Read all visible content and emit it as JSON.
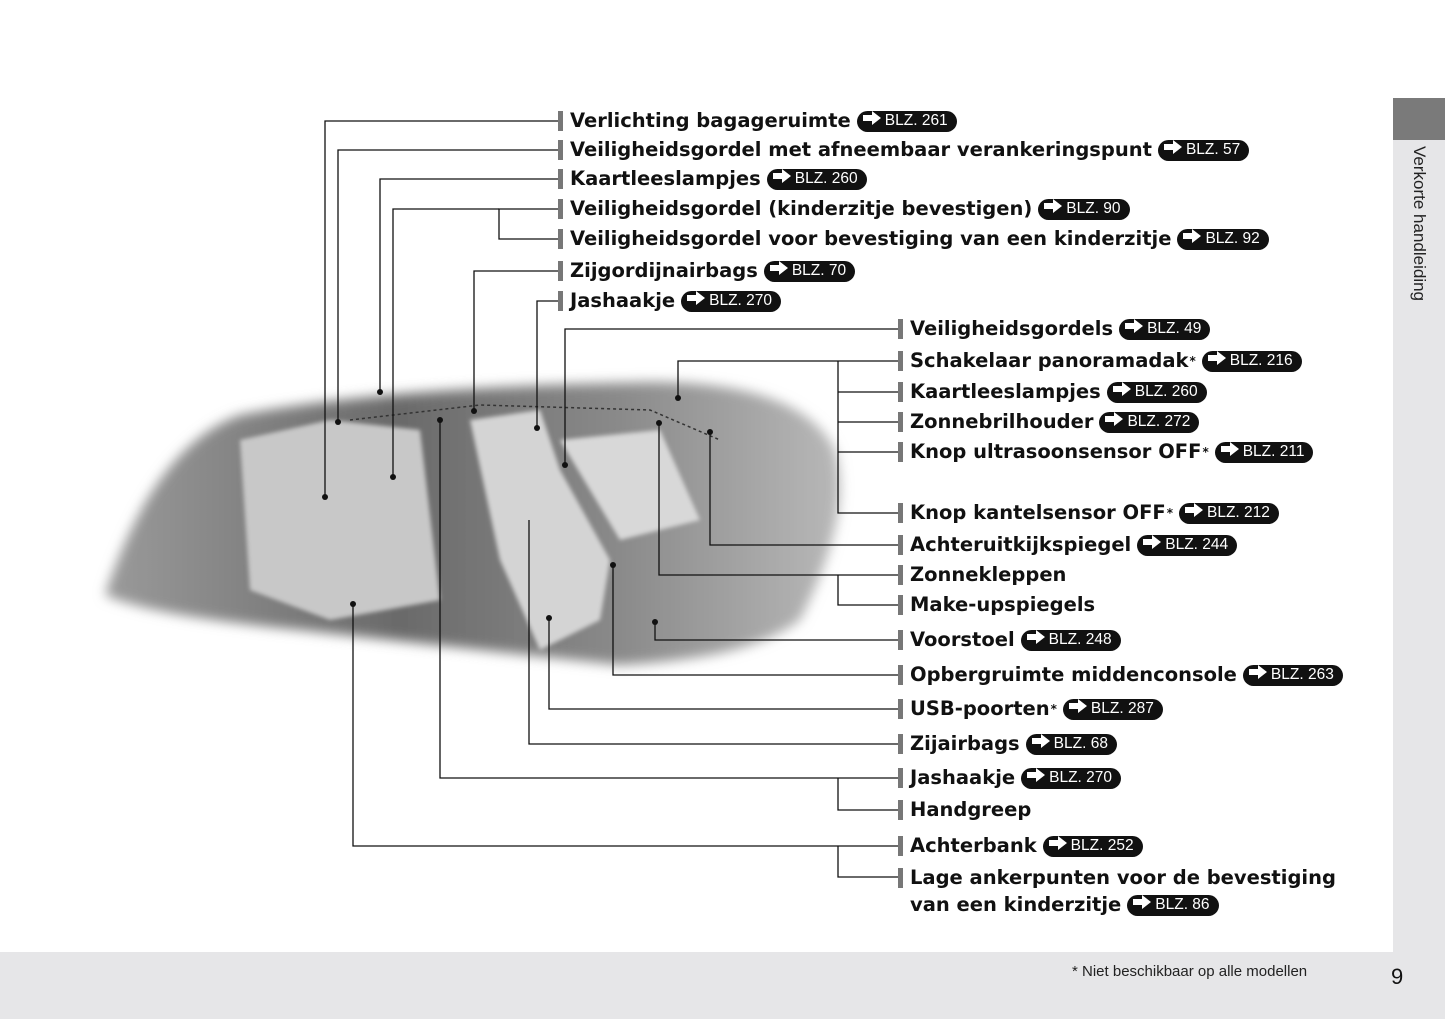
{
  "side_tab": "Verkorte handleiding",
  "footnote": "* Niet beschikbaar op alle modellen",
  "page_number": "9",
  "left_labels": [
    {
      "text": "Verlichting bagageruimte",
      "ref": "BLZ. 261"
    },
    {
      "text": "Veiligheidsgordel met afneembaar verankeringspunt",
      "ref": "BLZ. 57"
    },
    {
      "text": "Kaartleeslampjes",
      "ref": "BLZ. 260"
    },
    {
      "text": "Veiligheidsgordel (kinderzitje bevestigen)",
      "ref": "BLZ. 90"
    },
    {
      "text": "Veiligheidsgordel voor bevestiging van een kinderzitje",
      "ref": "BLZ. 92"
    },
    {
      "text": "Zijgordijnairbags",
      "ref": "BLZ. 70"
    },
    {
      "text": "Jashaakje",
      "ref": "BLZ. 270"
    }
  ],
  "right_labels": [
    {
      "text": "Veiligheidsgordels",
      "ref": "BLZ. 49"
    },
    {
      "text": "Schakelaar panoramadak",
      "star": "*",
      "ref": "BLZ. 216"
    },
    {
      "text": "Kaartleeslampjes",
      "ref": "BLZ. 260"
    },
    {
      "text": "Zonnebrilhouder",
      "ref": "BLZ. 272"
    },
    {
      "text": "Knop ultrasoonsensor OFF",
      "star": "*",
      "ref": "BLZ. 211"
    },
    {
      "text": "Knop kantelsensor OFF",
      "star": "*",
      "ref": "BLZ. 212"
    },
    {
      "text": "Achteruitkijkspiegel",
      "ref": "BLZ. 244"
    },
    {
      "text": "Zonnekleppen"
    },
    {
      "text": "Make-upspiegels"
    },
    {
      "text": "Voorstoel",
      "ref": "BLZ. 248"
    },
    {
      "text": "Opbergruimte middenconsole",
      "ref": "BLZ. 263"
    },
    {
      "text": "USB-poorten",
      "star": "*",
      "ref": "BLZ. 287"
    },
    {
      "text": "Zijairbags",
      "ref": "BLZ. 68"
    },
    {
      "text": "Jashaakje",
      "ref": "BLZ. 270"
    },
    {
      "text": "Handgreep"
    },
    {
      "text": "Achterbank",
      "ref": "BLZ. 252"
    },
    {
      "text": "Lage ankerpunten voor de bevestiging",
      "line2": "van een kinderzitje",
      "ref": "BLZ. 86"
    }
  ]
}
